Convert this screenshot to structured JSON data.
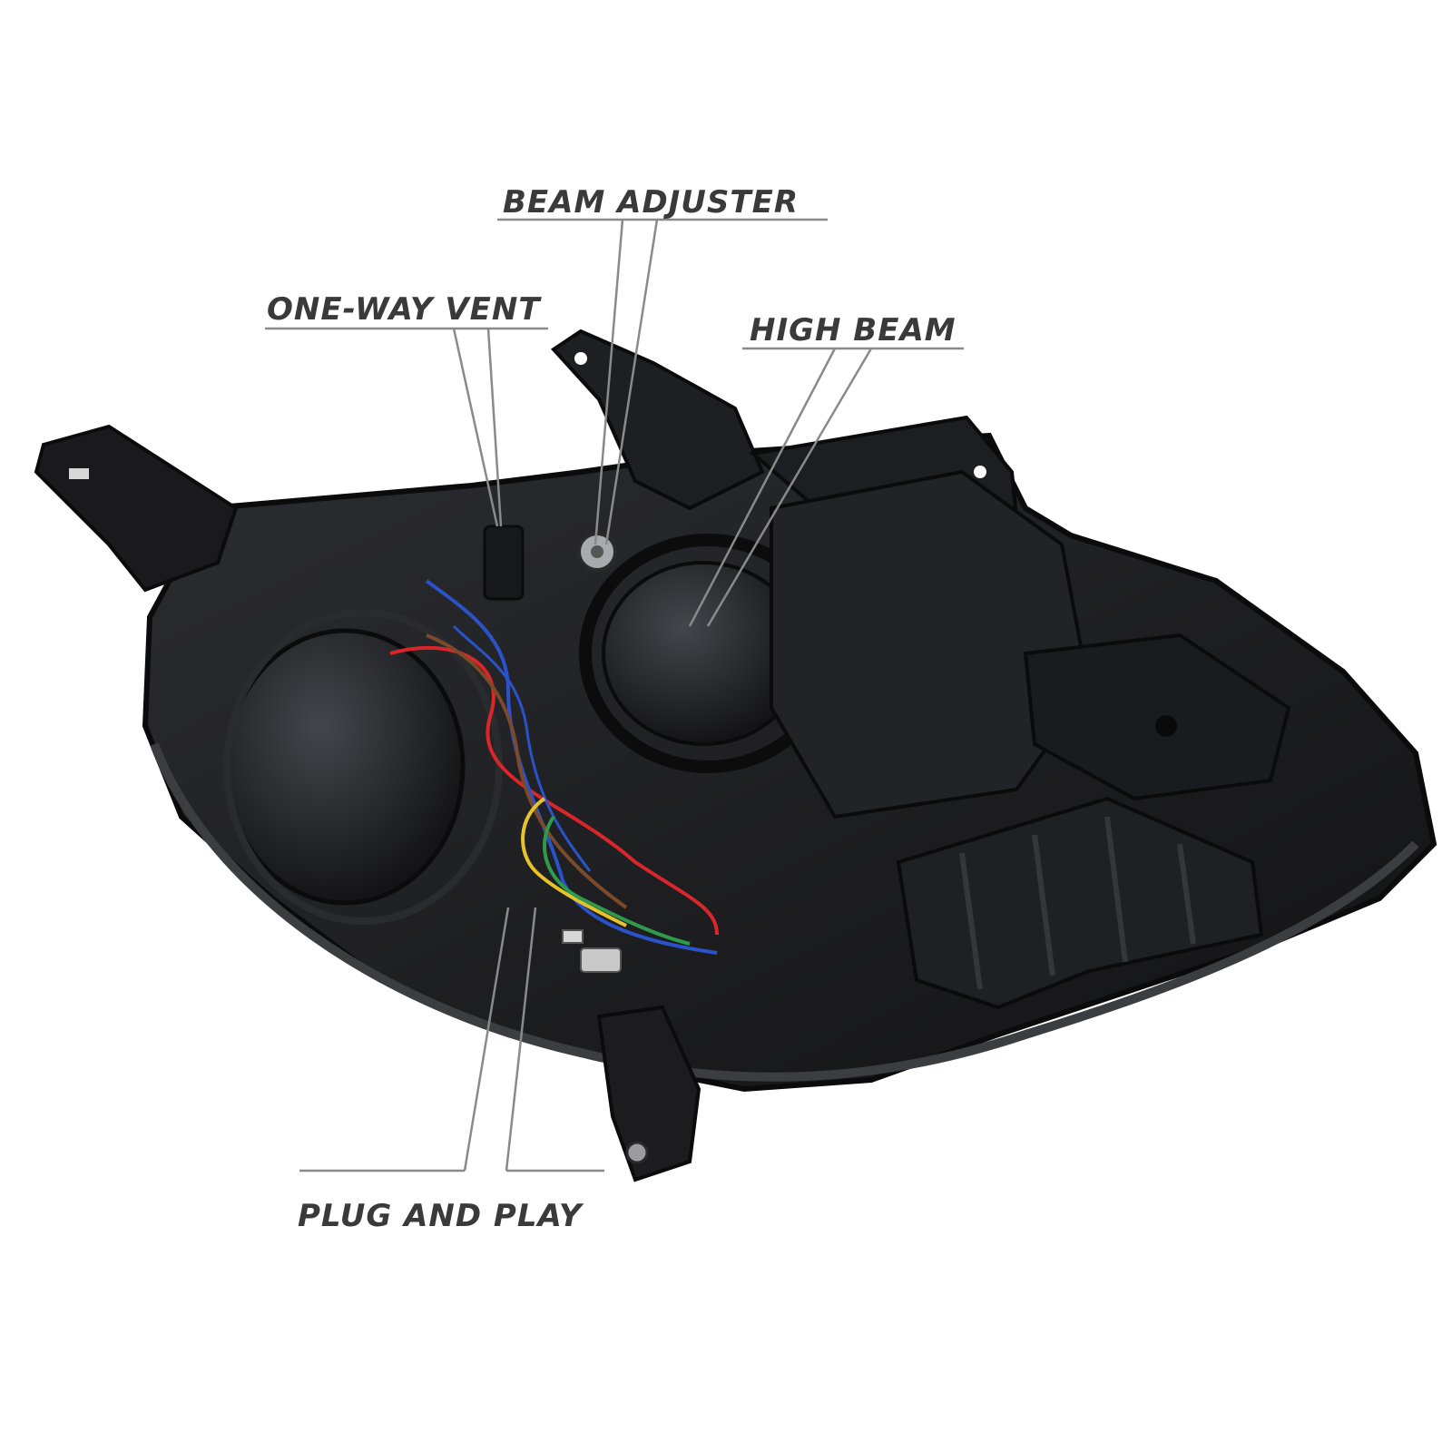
{
  "callouts": {
    "beam_adjuster": "BEAM ADJUSTER",
    "one_way_vent": "ONE-WAY VENT",
    "high_beam": "HIGH BEAM",
    "plug_and_play": "PLUG AND PLAY"
  },
  "colors": {
    "background": "#ffffff",
    "label_text": "#3a3a3a",
    "leader_line": "#8a8a8a",
    "housing": "#1c1c1e",
    "housing_highlight": "#3a3b3f",
    "wire_red": "#d8262b",
    "wire_blue": "#2b53c9",
    "wire_yellow": "#e8c22a",
    "wire_green": "#2f9a4a",
    "wire_brown": "#7a4a2a"
  }
}
